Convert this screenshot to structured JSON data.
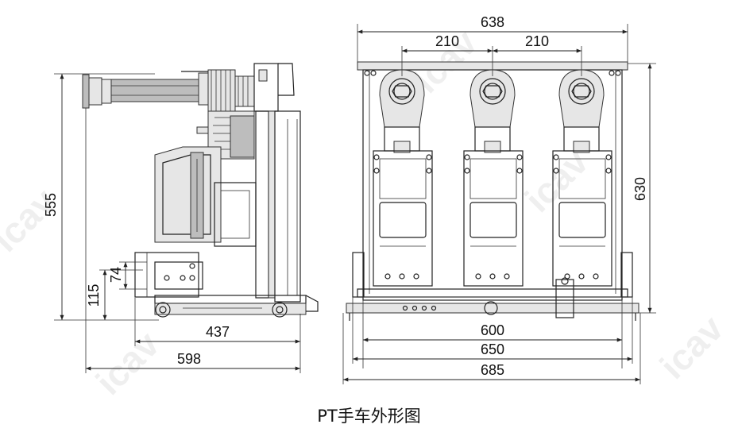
{
  "caption": "PT手车外形图",
  "dimensions": {
    "side_height": "555",
    "side_bottom_height": "115",
    "side_contact_height": "74",
    "side_depth_inner": "437",
    "side_depth_total": "598",
    "front_width_top": "638",
    "pole_spacing_left": "210",
    "pole_spacing_right": "210",
    "front_height": "630",
    "wheel_span_600": "600",
    "width_650": "650",
    "width_685": "685"
  }
}
